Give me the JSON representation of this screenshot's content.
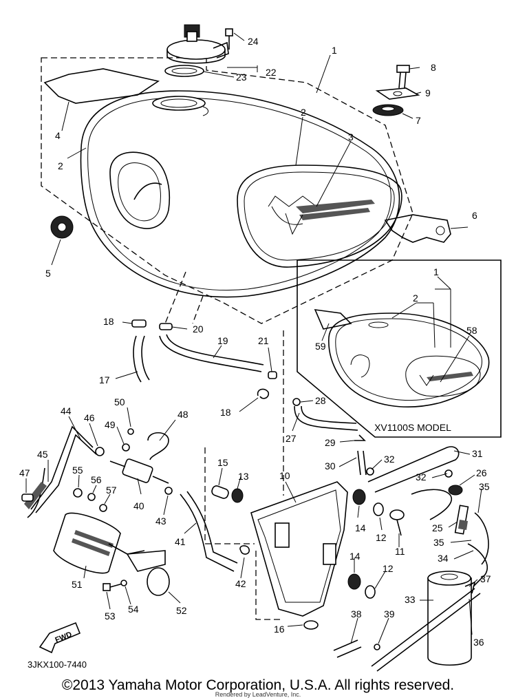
{
  "diagram": {
    "ref_code": "3JKX100-7440",
    "inset_model_label": "XV1100S MODEL",
    "fwd_label": "FWD",
    "callouts": [
      "1",
      "2",
      "2",
      "2",
      "3",
      "4",
      "5",
      "6",
      "7",
      "8",
      "9",
      "22",
      "23",
      "24",
      "18",
      "20",
      "19",
      "21",
      "17",
      "18",
      "28",
      "27",
      "29",
      "30",
      "31",
      "32",
      "32",
      "26",
      "35",
      "25",
      "35",
      "34",
      "37",
      "33",
      "36",
      "38",
      "39",
      "16",
      "12",
      "11",
      "12",
      "14",
      "14",
      "10",
      "13",
      "15",
      "42",
      "41",
      "43",
      "40",
      "48",
      "50",
      "49",
      "46",
      "44",
      "45",
      "47",
      "55",
      "56",
      "57",
      "51",
      "53",
      "54",
      "52",
      "1",
      "2",
      "58",
      "59"
    ]
  },
  "footer": {
    "copyright": "©2013 Yamaha Motor Corporation, U.S.A. All rights reserved.",
    "rendered_by": "Rendered by LeadVenture, Inc."
  }
}
